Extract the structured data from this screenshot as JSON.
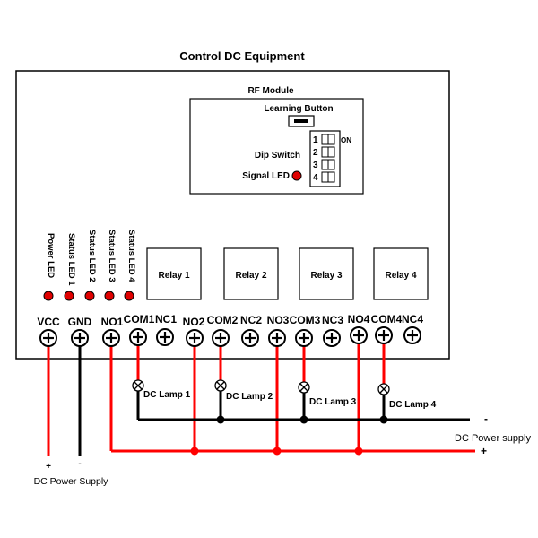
{
  "title": "Control DC Equipment",
  "rf_module": {
    "title": "RF Module",
    "learning_button": "Learning Button",
    "dip_switch": "Dip Switch",
    "dip_on": "ON",
    "dip_numbers": [
      "1",
      "2",
      "3",
      "4"
    ],
    "signal_led": "Signal LED"
  },
  "leds": [
    "Power LED",
    "Status LED 1",
    "Status LED 2",
    "Status LED 3",
    "Status LED 4"
  ],
  "relays": [
    "Relay 1",
    "Relay 2",
    "Relay 3",
    "Relay 4"
  ],
  "terminals": [
    "VCC",
    "GND",
    "NO1",
    "COM1",
    "NC1",
    "NO2",
    "COM2",
    "NC2",
    "NO3",
    "COM3",
    "NC3",
    "NO4",
    "COM4",
    "NC4"
  ],
  "lamps": [
    "DC Lamp 1",
    "DC Lamp 2",
    "DC Lamp 3",
    "DC Lamp 4"
  ],
  "load_supply": {
    "label": "DC Power supply",
    "minus": "-",
    "plus": "+"
  },
  "board_supply": {
    "label": "DC Power Supply",
    "plus": "+",
    "minus": "-"
  },
  "colors": {
    "led_red": "#e00000",
    "wire_red": "#ff0000",
    "wire_black": "#000000"
  }
}
